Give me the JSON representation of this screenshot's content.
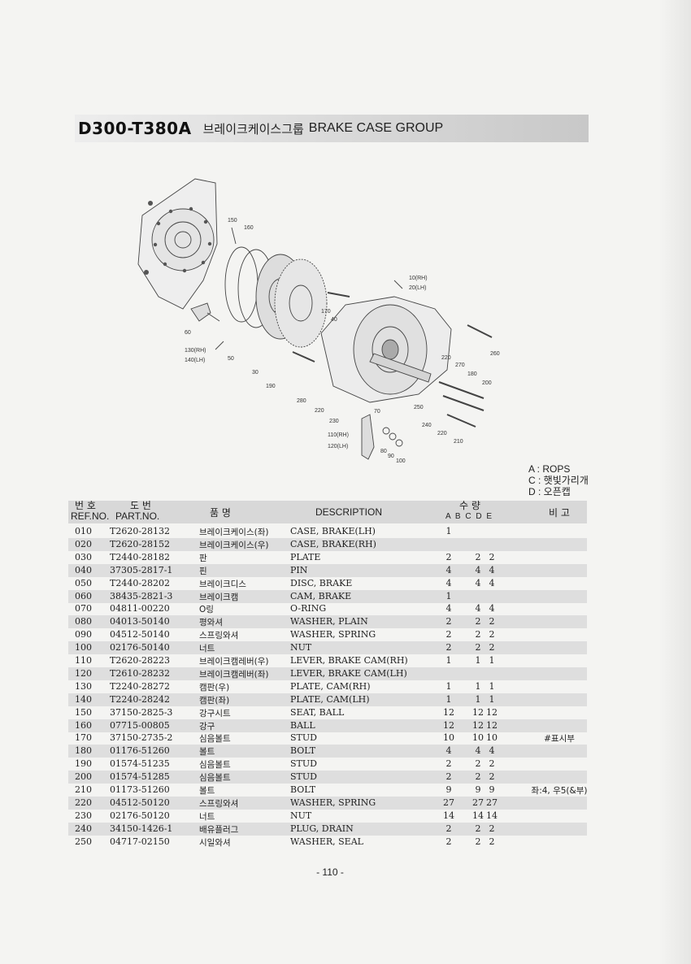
{
  "header": {
    "model": "D300-T380A",
    "title_kr": "브레이크케이스그룹",
    "title_en": "BRAKE CASE GROUP"
  },
  "diagram": {
    "labels": [
      "150",
      "160",
      "10(RH)",
      "20(LH)",
      "170",
      "40",
      "60",
      "130(RH)",
      "140(LH)",
      "50",
      "30",
      "190",
      "260",
      "220",
      "270",
      "180",
      "200",
      "280",
      "220",
      "230",
      "70",
      "250",
      "240",
      "220",
      "210",
      "110(RH)",
      "120(LH)",
      "80",
      "90",
      "100"
    ]
  },
  "legend": [
    "A : ROPS",
    "C : 햇빛가리개",
    "D : 오픈캡"
  ],
  "table": {
    "headers": {
      "ref_kr": "번 호",
      "ref_en": "REF.NO.",
      "part_kr": "도 번",
      "part_en": "PART.NO.",
      "name_kr": "품 명",
      "desc": "DESCRIPTION",
      "qty_kr": "수 량",
      "qty_cols": "A B C D E",
      "remarks": "비 고"
    },
    "rows": [
      {
        "ref": "010",
        "part": "T2620-28132",
        "kr": "브레이크케이스(좌)",
        "desc": "CASE, BRAKE(LH)",
        "a": "1",
        "c": "",
        "d": "",
        "rem": ""
      },
      {
        "ref": "020",
        "part": "T2620-28152",
        "kr": "브레이크케이스(우)",
        "desc": "CASE, BRAKE(RH)",
        "a": "",
        "c": "",
        "d": "",
        "rem": ""
      },
      {
        "ref": "030",
        "part": "T2440-28182",
        "kr": "판",
        "desc": "PLATE",
        "a": "2",
        "c": "2",
        "d": "2",
        "rem": ""
      },
      {
        "ref": "040",
        "part": "37305-2817-1",
        "kr": "핀",
        "desc": "PIN",
        "a": "4",
        "c": "4",
        "d": "4",
        "rem": ""
      },
      {
        "ref": "050",
        "part": "T2440-28202",
        "kr": "브레이크디스",
        "desc": "DISC, BRAKE",
        "a": "4",
        "c": "4",
        "d": "4",
        "rem": ""
      },
      {
        "ref": "060",
        "part": "38435-2821-3",
        "kr": "브레이크캠",
        "desc": "CAM, BRAKE",
        "a": "1",
        "c": "",
        "d": "",
        "rem": ""
      },
      {
        "ref": "070",
        "part": "04811-00220",
        "kr": "O링",
        "desc": "O-RING",
        "a": "4",
        "c": "4",
        "d": "4",
        "rem": ""
      },
      {
        "ref": "080",
        "part": "04013-50140",
        "kr": "평와셔",
        "desc": "WASHER, PLAIN",
        "a": "2",
        "c": "2",
        "d": "2",
        "rem": ""
      },
      {
        "ref": "090",
        "part": "04512-50140",
        "kr": "스프링와셔",
        "desc": "WASHER, SPRING",
        "a": "2",
        "c": "2",
        "d": "2",
        "rem": ""
      },
      {
        "ref": "100",
        "part": "02176-50140",
        "kr": "너트",
        "desc": "NUT",
        "a": "2",
        "c": "2",
        "d": "2",
        "rem": ""
      },
      {
        "ref": "110",
        "part": "T2620-28223",
        "kr": "브레이크캠레버(우)",
        "desc": "LEVER, BRAKE CAM(RH)",
        "a": "1",
        "c": "1",
        "d": "1",
        "rem": ""
      },
      {
        "ref": "120",
        "part": "T2610-28232",
        "kr": "브레이크캠레버(좌)",
        "desc": "LEVER, BRAKE CAM(LH)",
        "a": "",
        "c": "",
        "d": "",
        "rem": ""
      },
      {
        "ref": "130",
        "part": "T2240-28272",
        "kr": "캠판(우)",
        "desc": "PLATE, CAM(RH)",
        "a": "1",
        "c": "1",
        "d": "1",
        "rem": ""
      },
      {
        "ref": "140",
        "part": "T2240-28242",
        "kr": "캠판(좌)",
        "desc": "PLATE, CAM(LH)",
        "a": "1",
        "c": "1",
        "d": "1",
        "rem": ""
      },
      {
        "ref": "150",
        "part": "37150-2825-3",
        "kr": "강구시트",
        "desc": "SEAT, BALL",
        "a": "12",
        "c": "12",
        "d": "12",
        "rem": ""
      },
      {
        "ref": "160",
        "part": "07715-00805",
        "kr": "강구",
        "desc": "BALL",
        "a": "12",
        "c": "12",
        "d": "12",
        "rem": ""
      },
      {
        "ref": "170",
        "part": "37150-2735-2",
        "kr": "심음볼트",
        "desc": "STUD",
        "a": "10",
        "c": "10",
        "d": "10",
        "rem": "#표시부"
      },
      {
        "ref": "180",
        "part": "01176-51260",
        "kr": "볼트",
        "desc": "BOLT",
        "a": "4",
        "c": "4",
        "d": "4",
        "rem": ""
      },
      {
        "ref": "190",
        "part": "01574-51235",
        "kr": "심음볼트",
        "desc": "STUD",
        "a": "2",
        "c": "2",
        "d": "2",
        "rem": ""
      },
      {
        "ref": "200",
        "part": "01574-51285",
        "kr": "심음볼트",
        "desc": "STUD",
        "a": "2",
        "c": "2",
        "d": "2",
        "rem": ""
      },
      {
        "ref": "210",
        "part": "01173-51260",
        "kr": "볼트",
        "desc": "BOLT",
        "a": "9",
        "c": "9",
        "d": "9",
        "rem": "좌:4, 우5(&부)"
      },
      {
        "ref": "220",
        "part": "04512-50120",
        "kr": "스프링와셔",
        "desc": "WASHER, SPRING",
        "a": "27",
        "c": "27",
        "d": "27",
        "rem": ""
      },
      {
        "ref": "230",
        "part": "02176-50120",
        "kr": "너트",
        "desc": "NUT",
        "a": "14",
        "c": "14",
        "d": "14",
        "rem": ""
      },
      {
        "ref": "240",
        "part": "34150-1426-1",
        "kr": "배유플러그",
        "desc": "PLUG, DRAIN",
        "a": "2",
        "c": "2",
        "d": "2",
        "rem": ""
      },
      {
        "ref": "250",
        "part": "04717-02150",
        "kr": "시일와셔",
        "desc": "WASHER, SEAL",
        "a": "2",
        "c": "2",
        "d": "2",
        "rem": ""
      }
    ]
  },
  "footer": {
    "page": "- 110 -"
  }
}
